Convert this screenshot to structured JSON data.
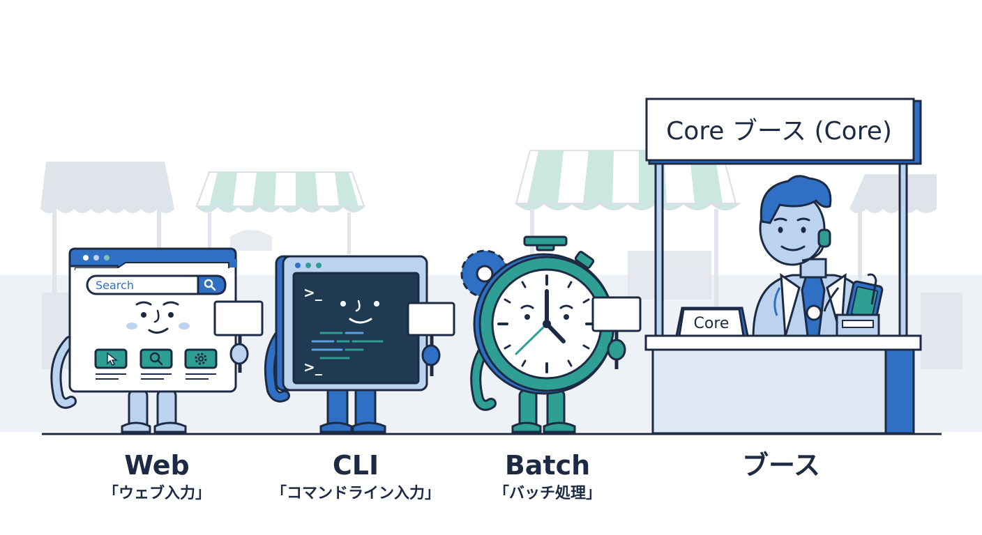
{
  "colors": {
    "navy": "#1c2a44",
    "blue": "#2f6fc4",
    "light_blue": "#bcd3ef",
    "teal": "#2f9e94",
    "bg_gray": "#dfe3ea",
    "awning_mint": "#c7e4dd",
    "screen_dark": "#1f3a52"
  },
  "web": {
    "search_placeholder": "Search",
    "icons": [
      "cursor-icon",
      "search-icon",
      "gear-icon"
    ],
    "caption": "Web",
    "subcaption": "「ウェブ入力」"
  },
  "cli": {
    "prompt_top": ">_",
    "prompt_bottom": ">_",
    "caption": "CLI",
    "subcaption": "「コマンドライン入力」"
  },
  "batch": {
    "caption": "Batch",
    "subcaption": "「バッチ処理」"
  },
  "booth": {
    "sign": "Core ブース (Core)",
    "counter_sign": "Core",
    "caption": "ブース"
  }
}
